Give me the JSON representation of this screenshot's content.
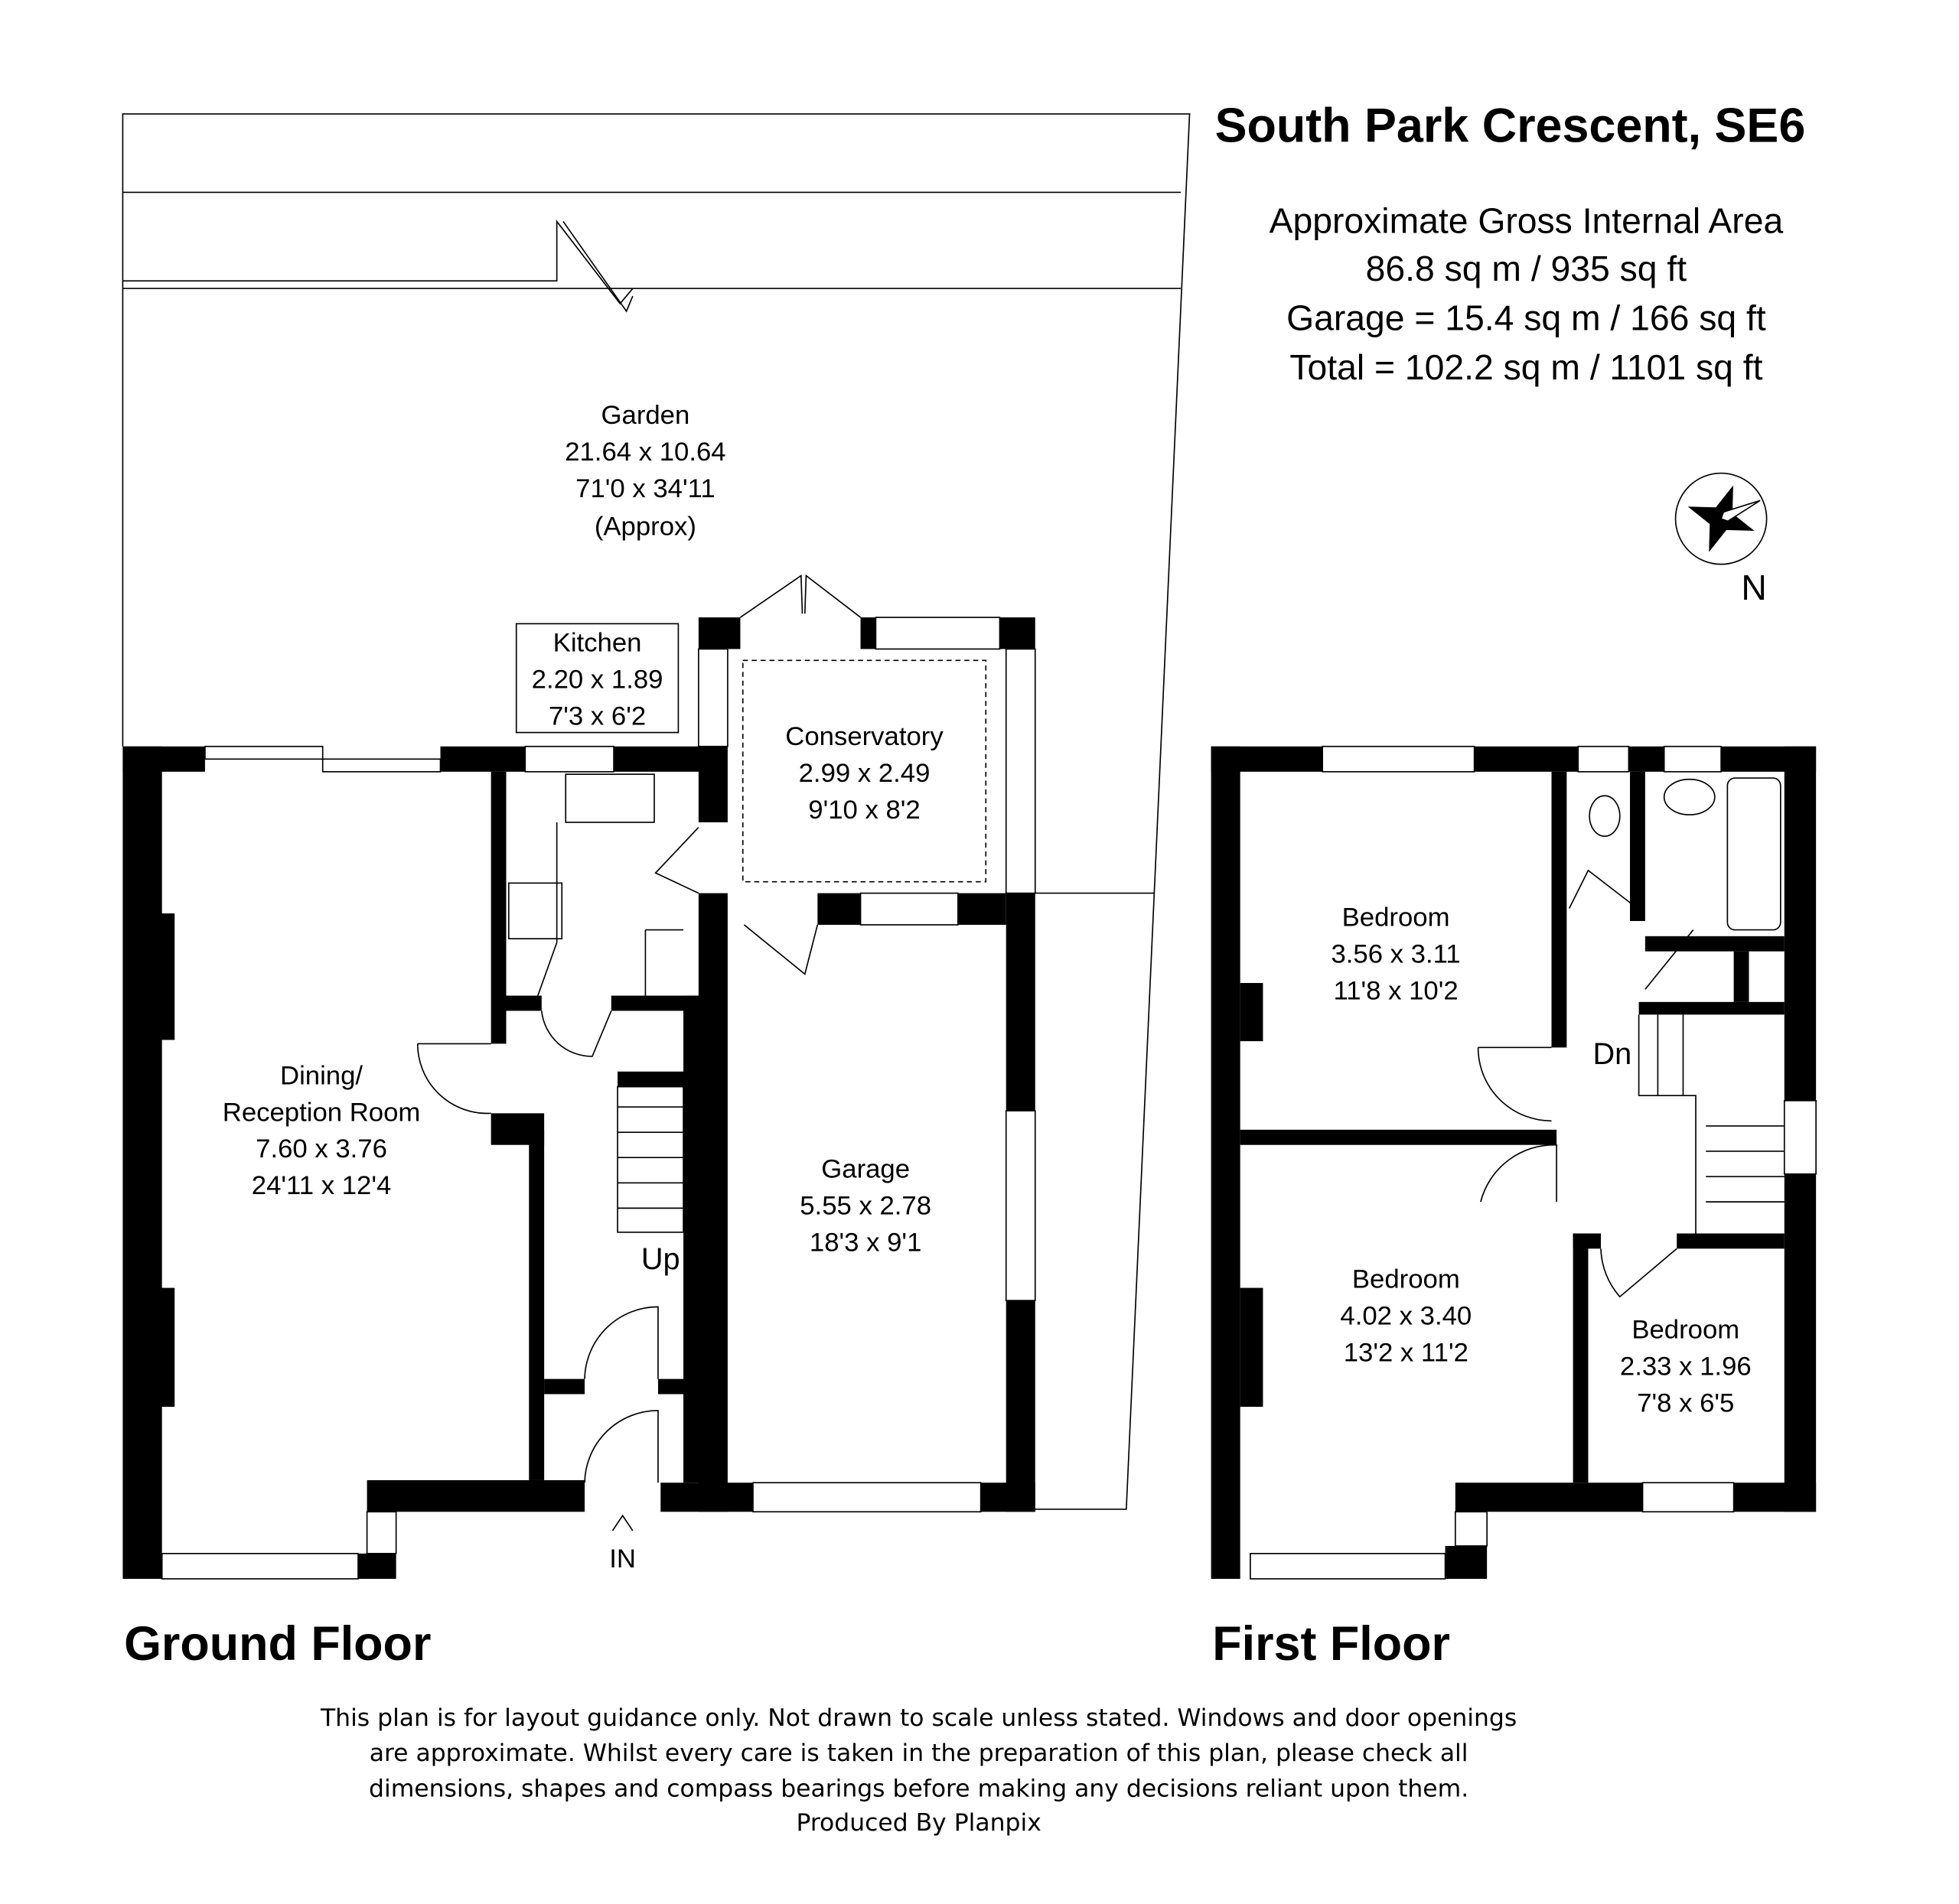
{
  "title": "South Park Crescent, SE6",
  "area": {
    "heading": "Approximate Gross Internal Area",
    "main": "86.8 sq m / 935 sq ft",
    "garage": "Garage = 15.4 sq m / 166 sq ft",
    "total": "Total =  102.2 sq m / 1101 sq ft"
  },
  "compass_label": "N",
  "ground_floor": {
    "label": "Ground Floor",
    "rooms": [
      {
        "name": "Garden",
        "metric": "21.64 x 10.64",
        "imperial": "71'0 x 34'11",
        "note": "(Approx)"
      },
      {
        "name": "Kitchen",
        "metric": "2.20 x 1.89",
        "imperial": "7'3 x 6'2"
      },
      {
        "name": "Conservatory",
        "metric": "2.99 x 2.49",
        "imperial": "9'10 x 8'2"
      },
      {
        "name": "Dining/",
        "name2": "Reception Room",
        "metric": "7.60 x 3.76",
        "imperial": "24'11 x 12'4"
      },
      {
        "name": "Garage",
        "metric": "5.55 x 2.78",
        "imperial": "18'3 x 9'1"
      }
    ],
    "stairs_label": "Up",
    "entrance_label": "IN"
  },
  "first_floor": {
    "label": "First Floor",
    "rooms": [
      {
        "name": "Bedroom",
        "metric": "3.56 x 3.11",
        "imperial": "11'8 x 10'2"
      },
      {
        "name": "Bedroom",
        "metric": "4.02 x 3.40",
        "imperial": "13'2 x 11'2"
      },
      {
        "name": "Bedroom",
        "metric": "2.33 x 1.96",
        "imperial": "7'8 x 6'5"
      }
    ],
    "stairs_label": "Dn"
  },
  "disclaimer": [
    "This plan is for layout guidance only. Not drawn to scale unless stated. Windows and door openings",
    "are approximate. Whilst every care is taken in the preparation of this plan, please check all",
    "dimensions, shapes and compass bearings before making any decisions reliant upon them.",
    "Produced By Planpix"
  ]
}
